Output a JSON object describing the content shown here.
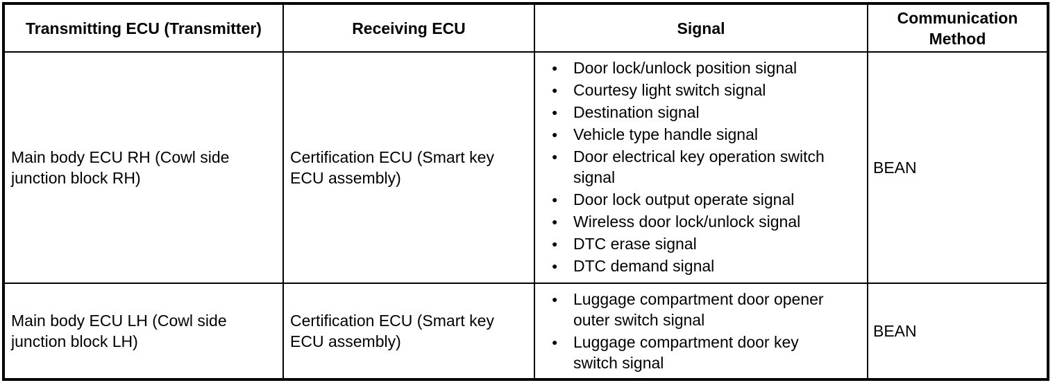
{
  "colors": {
    "border": "#000000",
    "text": "#000000",
    "background": "#ffffff"
  },
  "icons": {
    "bullet": "●"
  },
  "table": {
    "headers": [
      "Transmitting ECU (Transmitter)",
      "Receiving ECU",
      "Signal",
      "Communication Method"
    ],
    "rows": [
      {
        "transmitting_ecu": "Main body ECU RH (Cowl side junction block RH)",
        "receiving_ecu": "Certification ECU (Smart key ECU assembly)",
        "signals": [
          "Door lock/unlock position signal",
          "Courtesy light switch signal",
          "Destination signal",
          "Vehicle type handle signal",
          "Door electrical key operation switch signal",
          "Door lock output operate signal",
          "Wireless door lock/unlock signal",
          "DTC erase signal",
          "DTC demand signal"
        ],
        "communication_method": "BEAN"
      },
      {
        "transmitting_ecu": "Main body ECU LH (Cowl side junction block LH)",
        "receiving_ecu": "Certification ECU (Smart key ECU assembly)",
        "signals": [
          "Luggage compartment door opener outer switch signal",
          "Luggage compartment door key switch signal"
        ],
        "communication_method": "BEAN"
      }
    ]
  }
}
